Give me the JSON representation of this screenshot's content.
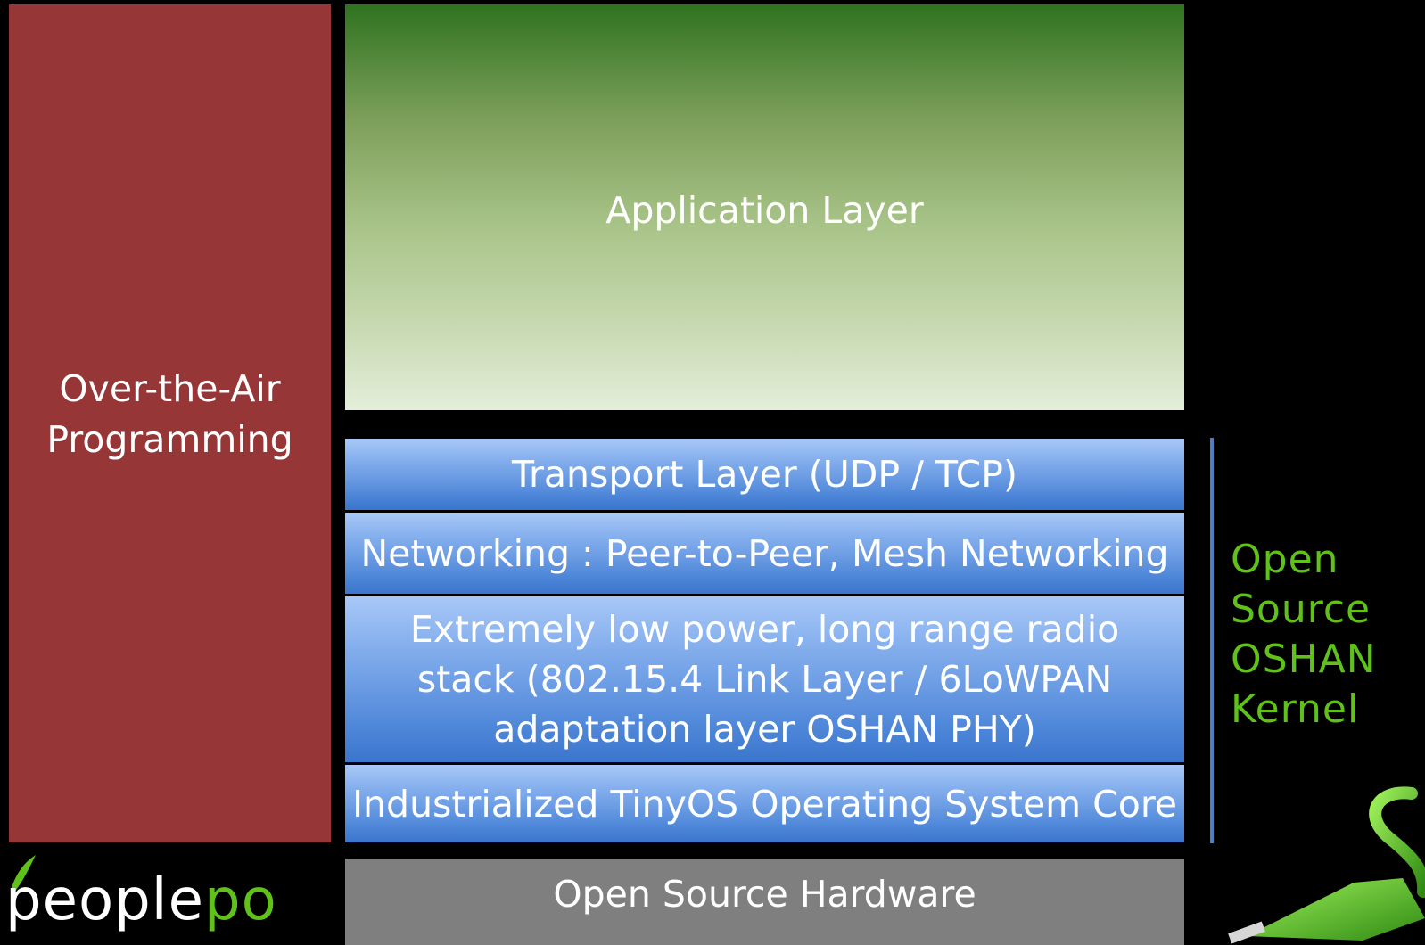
{
  "over_the_air": "Over-the-Air Programming",
  "application_layer": "Application Layer",
  "transport_layer": "Transport Layer (UDP / TCP)",
  "networking_layer": "Networking : Peer-to-Peer, Mesh Networking",
  "radio_stack": "Extremely low power, long range radio stack (802.15.4 Link Layer / 6LoWPAN adaptation layer OSHAN PHY)",
  "os_core": "Industrialized TinyOS Operating System Core",
  "hardware": "Open Source Hardware",
  "kernel_label": "Open Source OSHAN Kernel",
  "logo_text_main": "people",
  "logo_text_accent": "po",
  "colors": {
    "ota_red": "#963636",
    "app_green_top": "#2f731f",
    "app_green_bottom": "#e4eeda",
    "stack_blue": "#4d86d8",
    "hardware_gray": "#7f7f7f",
    "kernel_green": "#5fc11a",
    "kernel_line": "#4f7fbf"
  }
}
